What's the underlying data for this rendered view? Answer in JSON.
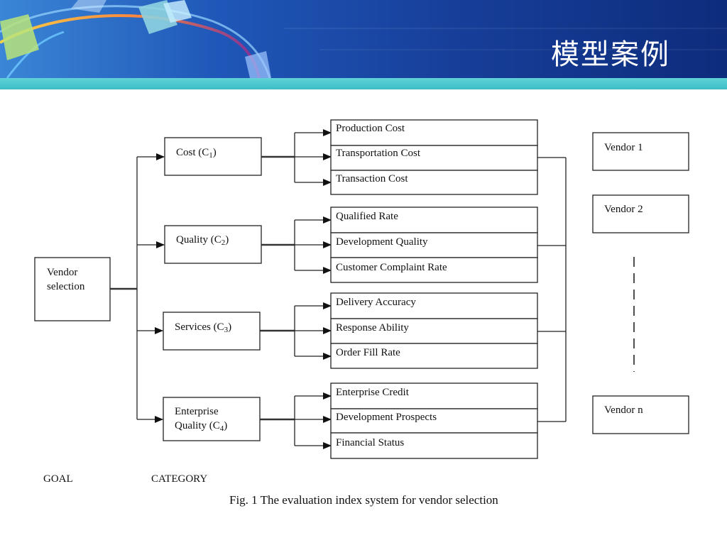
{
  "slide": {
    "title": "模型案例"
  },
  "diagram": {
    "goal": {
      "lines": [
        "Vendor",
        "selection"
      ]
    },
    "categories": [
      {
        "label": "Cost (C",
        "sub": "1",
        "end": ")",
        "items": [
          "Production Cost",
          "Transportation Cost",
          "Transaction Cost"
        ]
      },
      {
        "label": "Quality (C",
        "sub": "2",
        "end": ")",
        "items": [
          "Qualified Rate",
          "Development Quality",
          "Customer Complaint Rate"
        ]
      },
      {
        "label": "Services (C",
        "sub": "3",
        "end": ")",
        "items": [
          "Delivery Accuracy",
          "Response Ability",
          "Order Fill Rate"
        ]
      },
      {
        "label": "Enterprise",
        "label2": "Quality (C",
        "sub": "4",
        "end": ")",
        "items": [
          "Enterprise Credit",
          "Development Prospects",
          "Financial Status"
        ]
      }
    ],
    "vendors": [
      "Vendor 1",
      "Vendor 2",
      "Vendor n"
    ],
    "footer": {
      "goal_label": "GOAL",
      "category_label": "CATEGORY"
    },
    "caption": "Fig. 1 The evaluation index system for vendor selection"
  }
}
